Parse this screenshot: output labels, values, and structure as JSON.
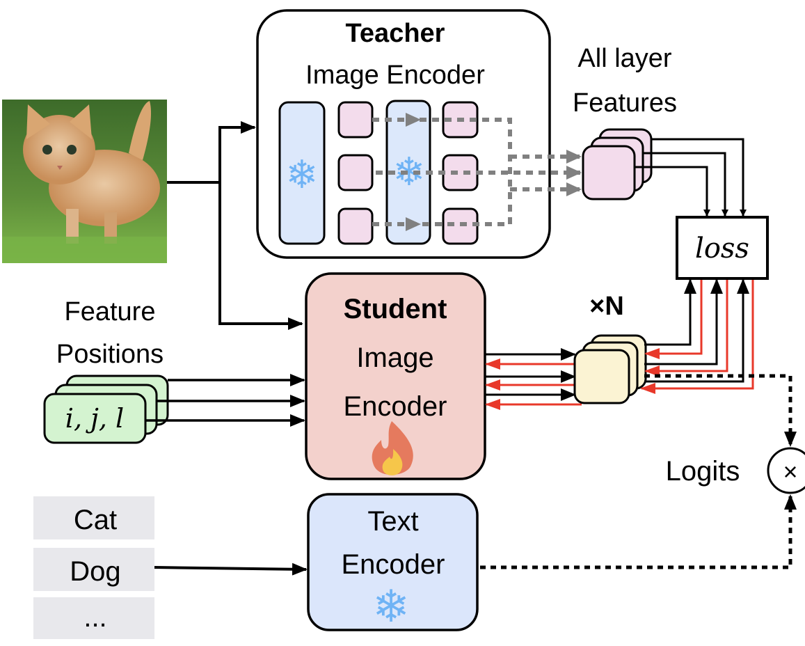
{
  "teacher": {
    "title": "Teacher",
    "subtitle": "Image Encoder"
  },
  "features_label": {
    "line1": "All layer",
    "line2": "Features"
  },
  "loss_label": "loss",
  "student": {
    "title": "Student",
    "line2": "Image",
    "line3": "Encoder"
  },
  "repeat_label": "×N",
  "feature_positions": {
    "line1": "Feature",
    "line2": "Positions",
    "card_text": "i, j, l"
  },
  "logits_label": "Logits",
  "multiply_symbol": "×",
  "text_encoder": {
    "line1": "Text",
    "line2": "Encoder"
  },
  "class_labels": [
    "Cat",
    "Dog",
    "..."
  ],
  "colors": {
    "teacher_block": "#dce8fb",
    "feature_pink": "#f3dcec",
    "student": "#f3d1cc",
    "head_yellow": "#fbf3d3",
    "positions_green": "#d4f3d0",
    "text_encoder": "#dbe6fb",
    "label_gray": "#e8e8ec",
    "gradient_red": "#e8382a",
    "teacher_flow_gray": "#808080"
  },
  "icons": {
    "frozen": "snowflake-icon",
    "trainable": "flame-icon"
  }
}
